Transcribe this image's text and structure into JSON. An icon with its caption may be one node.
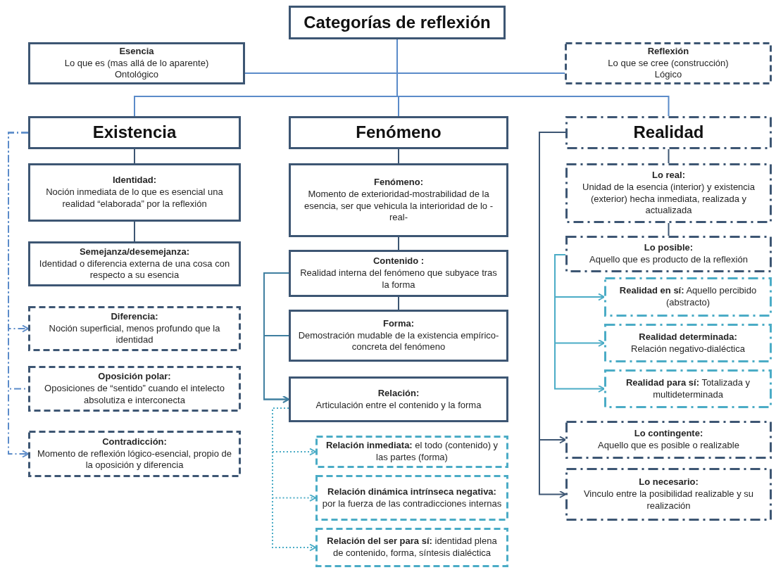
{
  "diagram": {
    "nodes": [
      {
        "text": [
          "Categorías de reflexión"
        ]
      },
      {
        "text": [
          "Esencia",
          "Lo que es (mas allá de lo aparente)",
          "Ontológico"
        ]
      },
      {
        "text": [
          "Reflexión",
          "Lo que se cree (construcción)",
          "Lógico"
        ]
      },
      {
        "text": [
          "Existencia"
        ]
      },
      {
        "text": [
          "Identidad:",
          "Noción inmediata de lo que es esencial una realidad “elaborada” por la reflexión"
        ]
      },
      {
        "text": [
          "Semejanza/desemejanza:",
          "Identidad o diferencia externa de una cosa con respecto a su esencia"
        ]
      },
      {
        "text": [
          "Diferencia:",
          "Noción superficial, menos profundo que la identidad"
        ]
      },
      {
        "text": [
          "Oposición polar:",
          "Oposiciones de “sentido” cuando el intelecto absolutiza e interconecta"
        ]
      },
      {
        "text": [
          "Contradicción:",
          "Momento de reflexión lógico-esencial, propio de la oposición y diferencia"
        ]
      },
      {
        "text": [
          "Fenómeno"
        ]
      },
      {
        "text": [
          "Fenómeno:",
          "Momento de exterioridad-mostrabilidad de la esencia, ser que vehicula la interioridad de lo -real-"
        ]
      },
      {
        "text": [
          "Contenido :",
          "Realidad interna del fenómeno que subyace tras la forma"
        ]
      },
      {
        "text": [
          "Forma:",
          "Demostración mudable de la existencia empírico-concreta del fenómeno"
        ]
      },
      {
        "text": [
          "Relación:",
          "Articulación entre el contenido y la forma"
        ]
      },
      {
        "text": [
          "**Relación inmediata:** el todo (contenido) y las partes (forma)"
        ]
      },
      {
        "text": [
          "**Relación dinámica intrínseca negativa:** por la fuerza de las contradicciones internas"
        ]
      },
      {
        "text": [
          "**Relación del ser para sí:** identidad plena de contenido, forma, síntesis dialéctica"
        ]
      },
      {
        "text": [
          "Realidad"
        ]
      },
      {
        "text": [
          "Lo real:",
          "Unidad de la esencia (interior) y existencia (exterior) hecha inmediata, realizada y actualizada"
        ]
      },
      {
        "text": [
          "Lo posible:",
          "Aquello que es producto de la reflexión"
        ]
      },
      {
        "text": [
          "**Realidad en sí:** Aquello percibido (abstracto)"
        ]
      },
      {
        "text": [
          "Realidad determinada:",
          "Relación negativo-dialéctica"
        ]
      },
      {
        "text": [
          "**Realidad para sí:** Totalizada y multideterminada"
        ]
      },
      {
        "text": [
          "Lo contingente:",
          "Aquello que es posible o realizable"
        ]
      },
      {
        "text": [
          "Lo necesario:",
          "Vinculo entre la posibilidad realizable y su realización"
        ]
      }
    ],
    "edges": [
      {
        "from": 0,
        "to": 1,
        "arrow": "none"
      },
      {
        "from": 0,
        "to": 2,
        "arrow": "none"
      },
      {
        "from": 0,
        "to": 3,
        "arrow": "none"
      },
      {
        "from": 0,
        "to": 9,
        "arrow": "none"
      },
      {
        "from": 0,
        "to": 17,
        "arrow": "none"
      },
      {
        "from": 3,
        "to": 4,
        "arrow": "none",
        "color": "#3d5673"
      },
      {
        "from": 4,
        "to": 5,
        "arrow": "none",
        "color": "#3d5673"
      },
      {
        "from": 3,
        "to": 6,
        "arrow": "to",
        "style": "dashed"
      },
      {
        "from": 3,
        "to": 7,
        "arrow": "none",
        "style": "dashed"
      },
      {
        "from": 3,
        "to": 8,
        "arrow": "to",
        "style": "dashed"
      },
      {
        "from": 9,
        "to": 10,
        "arrow": "none",
        "color": "#3d5673"
      },
      {
        "from": 10,
        "to": 11,
        "arrow": "none",
        "color": "#3d5673"
      },
      {
        "from": 11,
        "to": 12,
        "arrow": "none",
        "color": "#3d5673"
      },
      {
        "from": 11,
        "to": 13,
        "arrow": "to",
        "color": "#3f7fa0"
      },
      {
        "from": 12,
        "to": 13,
        "arrow": "to",
        "color": "#3f7fa0"
      },
      {
        "from": 13,
        "to": 14,
        "arrow": "to",
        "style": "dashed",
        "color": "#4bacc6"
      },
      {
        "from": 13,
        "to": 15,
        "arrow": "to",
        "style": "dashed",
        "color": "#4bacc6"
      },
      {
        "from": 13,
        "to": 16,
        "arrow": "to",
        "style": "dashed",
        "color": "#4bacc6"
      },
      {
        "from": 17,
        "to": 18,
        "arrow": "none",
        "color": "#3d5673"
      },
      {
        "from": 18,
        "to": 19,
        "arrow": "none",
        "color": "#3d5673"
      },
      {
        "from": 19,
        "to": 20,
        "arrow": "to",
        "color": "#4bacc6"
      },
      {
        "from": 19,
        "to": 21,
        "arrow": "to",
        "color": "#4bacc6"
      },
      {
        "from": 19,
        "to": 22,
        "arrow": "to",
        "color": "#4bacc6"
      },
      {
        "from": 17,
        "to": 23,
        "arrow": "to",
        "color": "#3d5673"
      },
      {
        "from": 17,
        "to": 24,
        "arrow": "to",
        "color": "#3d5673"
      }
    ]
  }
}
